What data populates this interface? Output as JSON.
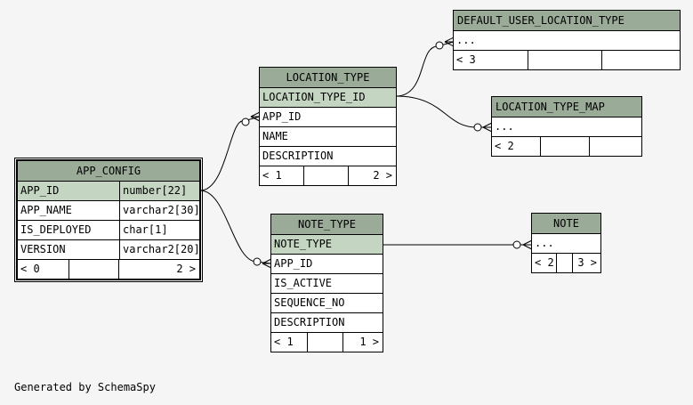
{
  "tables": {
    "app_config": {
      "name": "APP_CONFIG",
      "columns": [
        {
          "name": "APP_ID",
          "type": "number[22]"
        },
        {
          "name": "APP_NAME",
          "type": "varchar2[30]"
        },
        {
          "name": "IS_DEPLOYED",
          "type": "char[1]"
        },
        {
          "name": "VERSION",
          "type": "varchar2[20]"
        }
      ],
      "footer_left": "< 0",
      "footer_right": "2 >"
    },
    "location_type": {
      "name": "LOCATION_TYPE",
      "columns": [
        "LOCATION_TYPE_ID",
        "APP_ID",
        "NAME",
        "DESCRIPTION"
      ],
      "footer_left": "< 1",
      "footer_right": "2 >"
    },
    "note_type": {
      "name": "NOTE_TYPE",
      "columns": [
        "NOTE_TYPE",
        "APP_ID",
        "IS_ACTIVE",
        "SEQUENCE_NO",
        "DESCRIPTION"
      ],
      "footer_left": "< 1",
      "footer_right": "1 >"
    },
    "default_user_location_type": {
      "name": "DEFAULT_USER_LOCATION_TYPE",
      "columns": [
        "..."
      ],
      "footer_left": "< 3",
      "footer_right": ""
    },
    "location_type_map": {
      "name": "LOCATION_TYPE_MAP",
      "columns": [
        "..."
      ],
      "footer_left": "< 2",
      "footer_right": ""
    },
    "note": {
      "name": "NOTE",
      "columns": [
        "..."
      ],
      "footer_left": "< 2",
      "footer_right": "3 >"
    }
  },
  "caption": "Generated by SchemaSpy"
}
